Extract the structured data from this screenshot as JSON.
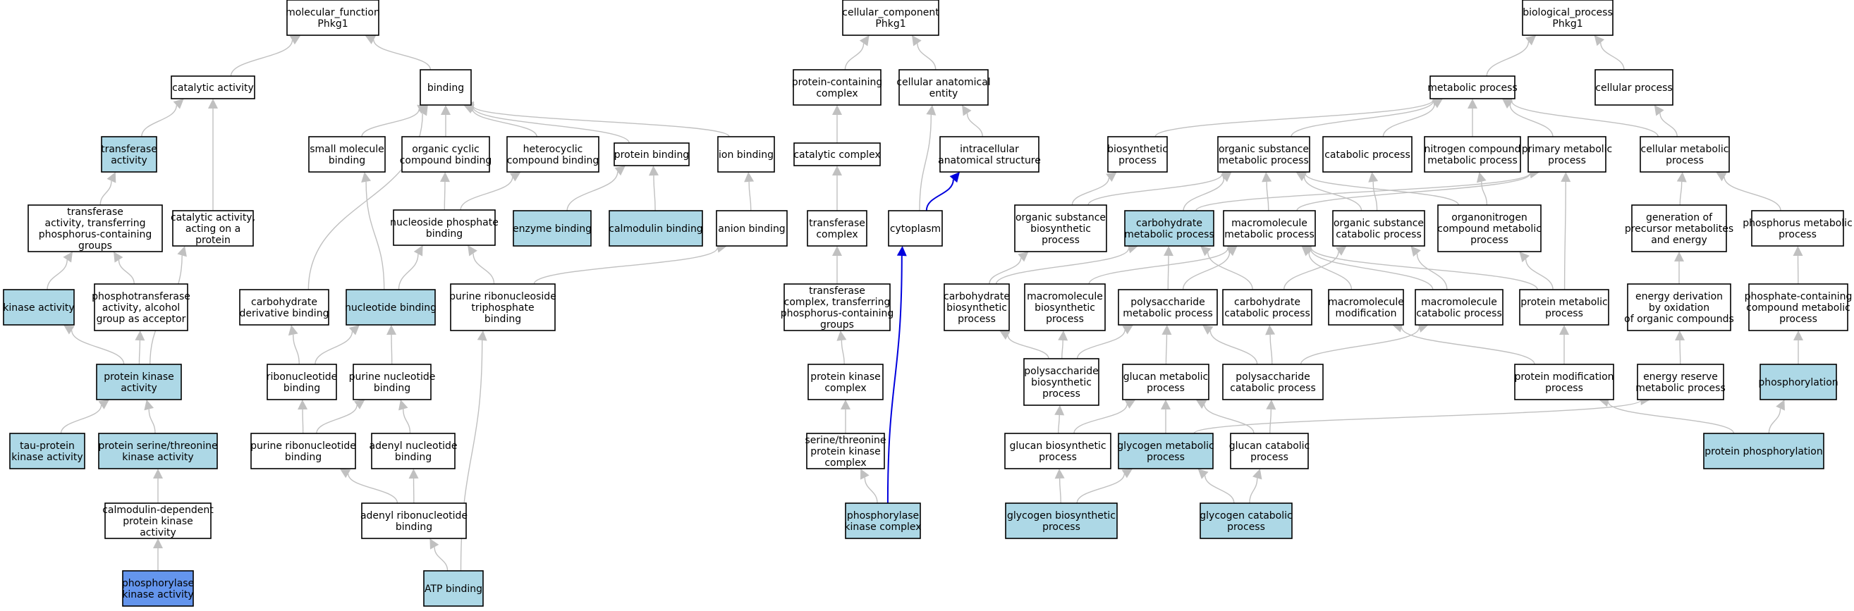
{
  "colors": {
    "default_fill": "#ffffff",
    "highlight_fill": "#add8e6",
    "query_fill": "#6495ed",
    "edge_gray": "#c0c0c0",
    "edge_blue": "#0000dd"
  },
  "nodes": [
    {
      "id": "mf",
      "lines": [
        "molecular_function",
        "Phkg1"
      ],
      "fill": "default"
    },
    {
      "id": "catact",
      "lines": [
        "catalytic activity"
      ],
      "fill": "default"
    },
    {
      "id": "binding",
      "lines": [
        "binding"
      ],
      "fill": "default"
    },
    {
      "id": "transferase",
      "lines": [
        "transferase",
        "activity"
      ],
      "fill": "highlight"
    },
    {
      "id": "tpcg",
      "lines": [
        "transferase",
        "activity, transferring",
        "phosphorus-containing",
        "groups"
      ],
      "fill": "default"
    },
    {
      "id": "catprot",
      "lines": [
        "catalytic activity,",
        "acting on a",
        "protein"
      ],
      "fill": "default"
    },
    {
      "id": "kinase",
      "lines": [
        "kinase activity"
      ],
      "fill": "highlight"
    },
    {
      "id": "phosphotrans",
      "lines": [
        "phosphotransferase",
        "activity, alcohol",
        "group as acceptor"
      ],
      "fill": "default"
    },
    {
      "id": "pka",
      "lines": [
        "protein kinase",
        "activity"
      ],
      "fill": "highlight"
    },
    {
      "id": "tau",
      "lines": [
        "tau-protein",
        "kinase activity"
      ],
      "fill": "highlight"
    },
    {
      "id": "psthr",
      "lines": [
        "protein serine/threonine",
        "kinase activity"
      ],
      "fill": "highlight"
    },
    {
      "id": "camdep",
      "lines": [
        "calmodulin-dependent",
        "protein kinase",
        "activity"
      ],
      "fill": "default"
    },
    {
      "id": "phkact",
      "lines": [
        "phosphorylase",
        "kinase activity"
      ],
      "fill": "query"
    },
    {
      "id": "smallmol",
      "lines": [
        "small molecule",
        "binding"
      ],
      "fill": "default"
    },
    {
      "id": "orgcyc",
      "lines": [
        "organic cyclic",
        "compound binding"
      ],
      "fill": "default"
    },
    {
      "id": "hetcyc",
      "lines": [
        "heterocyclic",
        "compound binding"
      ],
      "fill": "default"
    },
    {
      "id": "protbind",
      "lines": [
        "protein binding"
      ],
      "fill": "default"
    },
    {
      "id": "ionbind",
      "lines": [
        "ion binding"
      ],
      "fill": "default"
    },
    {
      "id": "nucphos",
      "lines": [
        "nucleoside phosphate",
        "binding"
      ],
      "fill": "default"
    },
    {
      "id": "enzbind",
      "lines": [
        "enzyme binding"
      ],
      "fill": "highlight"
    },
    {
      "id": "calbind",
      "lines": [
        "calmodulin binding"
      ],
      "fill": "highlight"
    },
    {
      "id": "anion",
      "lines": [
        "anion binding"
      ],
      "fill": "default"
    },
    {
      "id": "carbderiv",
      "lines": [
        "carbohydrate",
        "derivative binding"
      ],
      "fill": "default"
    },
    {
      "id": "nucbind",
      "lines": [
        "nucleotide binding"
      ],
      "fill": "highlight"
    },
    {
      "id": "prtp",
      "lines": [
        "purine ribonucleoside",
        "triphosphate",
        "binding"
      ],
      "fill": "default"
    },
    {
      "id": "ribonuc",
      "lines": [
        "ribonucleotide",
        "binding"
      ],
      "fill": "default"
    },
    {
      "id": "purnuc",
      "lines": [
        "purine nucleotide",
        "binding"
      ],
      "fill": "default"
    },
    {
      "id": "purribo",
      "lines": [
        "purine ribonucleotide",
        "binding"
      ],
      "fill": "default"
    },
    {
      "id": "adenyl",
      "lines": [
        "adenyl nucleotide",
        "binding"
      ],
      "fill": "default"
    },
    {
      "id": "adribo",
      "lines": [
        "adenyl ribonucleotide",
        "binding"
      ],
      "fill": "default"
    },
    {
      "id": "atp",
      "lines": [
        "ATP binding"
      ],
      "fill": "highlight"
    },
    {
      "id": "cc",
      "lines": [
        "cellular_component",
        "Phkg1"
      ],
      "fill": "default"
    },
    {
      "id": "protcomplex",
      "lines": [
        "protein-containing",
        "complex"
      ],
      "fill": "default"
    },
    {
      "id": "cellanat",
      "lines": [
        "cellular anatomical",
        "entity"
      ],
      "fill": "default"
    },
    {
      "id": "catcomplex",
      "lines": [
        "catalytic complex"
      ],
      "fill": "default"
    },
    {
      "id": "intracell",
      "lines": [
        "intracellular",
        "anatomical structure"
      ],
      "fill": "default"
    },
    {
      "id": "transcomplex",
      "lines": [
        "transferase",
        "complex"
      ],
      "fill": "default"
    },
    {
      "id": "cytoplasm",
      "lines": [
        "cytoplasm"
      ],
      "fill": "default"
    },
    {
      "id": "tcpcg",
      "lines": [
        "transferase",
        "complex, transferring",
        "phosphorus-containing",
        "groups"
      ],
      "fill": "default"
    },
    {
      "id": "pkcomplex",
      "lines": [
        "protein kinase",
        "complex"
      ],
      "fill": "default"
    },
    {
      "id": "stpkc",
      "lines": [
        "serine/threonine",
        "protein kinase",
        "complex"
      ],
      "fill": "default"
    },
    {
      "id": "phkcomplex",
      "lines": [
        "phosphorylase",
        "kinase complex"
      ],
      "fill": "highlight"
    },
    {
      "id": "bp",
      "lines": [
        "biological_process",
        "Phkg1"
      ],
      "fill": "default"
    },
    {
      "id": "metab",
      "lines": [
        "metabolic process"
      ],
      "fill": "default"
    },
    {
      "id": "cellproc",
      "lines": [
        "cellular process"
      ],
      "fill": "default"
    },
    {
      "id": "biosyn",
      "lines": [
        "biosynthetic",
        "process"
      ],
      "fill": "default"
    },
    {
      "id": "osmp",
      "lines": [
        "organic substance",
        "metabolic process"
      ],
      "fill": "default"
    },
    {
      "id": "catab",
      "lines": [
        "catabolic process"
      ],
      "fill": "default"
    },
    {
      "id": "ncmp",
      "lines": [
        "nitrogen compound",
        "metabolic process"
      ],
      "fill": "default"
    },
    {
      "id": "primmet",
      "lines": [
        "primary metabolic",
        "process"
      ],
      "fill": "default"
    },
    {
      "id": "cellmet",
      "lines": [
        "cellular metabolic",
        "process"
      ],
      "fill": "default"
    },
    {
      "id": "osbp",
      "lines": [
        "organic substance",
        "biosynthetic",
        "process"
      ],
      "fill": "default"
    },
    {
      "id": "carbmet",
      "lines": [
        "carbohydrate",
        "metabolic process"
      ],
      "fill": "highlight"
    },
    {
      "id": "macromet",
      "lines": [
        "macromolecule",
        "metabolic process"
      ],
      "fill": "default"
    },
    {
      "id": "oscp",
      "lines": [
        "organic substance",
        "catabolic process"
      ],
      "fill": "default"
    },
    {
      "id": "orgnit",
      "lines": [
        "organonitrogen",
        "compound metabolic",
        "process"
      ],
      "fill": "default"
    },
    {
      "id": "genprec",
      "lines": [
        "generation of",
        "precursor metabolites",
        "and energy"
      ],
      "fill": "default"
    },
    {
      "id": "phosmet",
      "lines": [
        "phosphorus metabolic",
        "process"
      ],
      "fill": "default"
    },
    {
      "id": "carbbio",
      "lines": [
        "carbohydrate",
        "biosynthetic",
        "process"
      ],
      "fill": "default"
    },
    {
      "id": "macrobio",
      "lines": [
        "macromolecule",
        "biosynthetic",
        "process"
      ],
      "fill": "default"
    },
    {
      "id": "polymet",
      "lines": [
        "polysaccharide",
        "metabolic process"
      ],
      "fill": "default"
    },
    {
      "id": "carbcat",
      "lines": [
        "carbohydrate",
        "catabolic process"
      ],
      "fill": "default"
    },
    {
      "id": "macromod",
      "lines": [
        "macromolecule",
        "modification"
      ],
      "fill": "default"
    },
    {
      "id": "macrocat",
      "lines": [
        "macromolecule",
        "catabolic process"
      ],
      "fill": "default"
    },
    {
      "id": "protmet",
      "lines": [
        "protein metabolic",
        "process"
      ],
      "fill": "default"
    },
    {
      "id": "energyder",
      "lines": [
        "energy derivation",
        "by oxidation",
        "of organic compounds"
      ],
      "fill": "default"
    },
    {
      "id": "phoscont",
      "lines": [
        "phosphate-containing",
        "compound metabolic",
        "process"
      ],
      "fill": "default"
    },
    {
      "id": "polybio",
      "lines": [
        "polysaccharide",
        "biosynthetic",
        "process"
      ],
      "fill": "default"
    },
    {
      "id": "glucanmet",
      "lines": [
        "glucan metabolic",
        "process"
      ],
      "fill": "default"
    },
    {
      "id": "polycat",
      "lines": [
        "polysaccharide",
        "catabolic process"
      ],
      "fill": "default"
    },
    {
      "id": "protmod",
      "lines": [
        "protein modification",
        "process"
      ],
      "fill": "default"
    },
    {
      "id": "energyres",
      "lines": [
        "energy reserve",
        "metabolic process"
      ],
      "fill": "default"
    },
    {
      "id": "phosph",
      "lines": [
        "phosphorylation"
      ],
      "fill": "highlight"
    },
    {
      "id": "glucanbio",
      "lines": [
        "glucan biosynthetic",
        "process"
      ],
      "fill": "default"
    },
    {
      "id": "glycmet",
      "lines": [
        "glycogen metabolic",
        "process"
      ],
      "fill": "highlight"
    },
    {
      "id": "glucancat",
      "lines": [
        "glucan catabolic",
        "process"
      ],
      "fill": "default"
    },
    {
      "id": "protphos",
      "lines": [
        "protein phosphorylation"
      ],
      "fill": "highlight"
    },
    {
      "id": "glycbio",
      "lines": [
        "glycogen biosynthetic",
        "process"
      ],
      "fill": "highlight"
    },
    {
      "id": "glyccat",
      "lines": [
        "glycogen catabolic",
        "process"
      ],
      "fill": "highlight"
    }
  ],
  "edges": [
    {
      "from": "catact",
      "to": "mf"
    },
    {
      "from": "binding",
      "to": "mf"
    },
    {
      "from": "transferase",
      "to": "catact"
    },
    {
      "from": "catprot",
      "to": "catact"
    },
    {
      "from": "tpcg",
      "to": "transferase"
    },
    {
      "from": "kinase",
      "to": "tpcg"
    },
    {
      "from": "phosphotrans",
      "to": "tpcg"
    },
    {
      "from": "pka",
      "to": "kinase"
    },
    {
      "from": "pka",
      "to": "phosphotrans"
    },
    {
      "from": "pka",
      "to": "catprot"
    },
    {
      "from": "tau",
      "to": "pka"
    },
    {
      "from": "psthr",
      "to": "pka"
    },
    {
      "from": "camdep",
      "to": "psthr"
    },
    {
      "from": "phkact",
      "to": "camdep"
    },
    {
      "from": "smallmol",
      "to": "binding"
    },
    {
      "from": "orgcyc",
      "to": "binding"
    },
    {
      "from": "hetcyc",
      "to": "binding"
    },
    {
      "from": "protbind",
      "to": "binding"
    },
    {
      "from": "ionbind",
      "to": "binding"
    },
    {
      "from": "carbderiv",
      "to": "binding"
    },
    {
      "from": "nucphos",
      "to": "orgcyc"
    },
    {
      "from": "nucphos",
      "to": "hetcyc"
    },
    {
      "from": "enzbind",
      "to": "protbind"
    },
    {
      "from": "calbind",
      "to": "protbind"
    },
    {
      "from": "anion",
      "to": "ionbind"
    },
    {
      "from": "nucbind",
      "to": "smallmol"
    },
    {
      "from": "nucbind",
      "to": "nucphos"
    },
    {
      "from": "prtp",
      "to": "nucphos"
    },
    {
      "from": "prtp",
      "to": "anion"
    },
    {
      "from": "ribonuc",
      "to": "carbderiv"
    },
    {
      "from": "ribonuc",
      "to": "nucbind"
    },
    {
      "from": "purnuc",
      "to": "nucbind"
    },
    {
      "from": "purribo",
      "to": "ribonuc"
    },
    {
      "from": "purribo",
      "to": "purnuc"
    },
    {
      "from": "adenyl",
      "to": "purnuc"
    },
    {
      "from": "adribo",
      "to": "purribo"
    },
    {
      "from": "adribo",
      "to": "adenyl"
    },
    {
      "from": "atp",
      "to": "adribo"
    },
    {
      "from": "atp",
      "to": "prtp"
    },
    {
      "from": "protcomplex",
      "to": "cc"
    },
    {
      "from": "cellanat",
      "to": "cc"
    },
    {
      "from": "catcomplex",
      "to": "protcomplex"
    },
    {
      "from": "intracell",
      "to": "cellanat"
    },
    {
      "from": "cytoplasm",
      "to": "cellanat"
    },
    {
      "from": "transcomplex",
      "to": "catcomplex"
    },
    {
      "from": "cytoplasm",
      "to": "intracell",
      "color": "blue"
    },
    {
      "from": "tcpcg",
      "to": "transcomplex"
    },
    {
      "from": "pkcomplex",
      "to": "tcpcg"
    },
    {
      "from": "stpkc",
      "to": "pkcomplex"
    },
    {
      "from": "phkcomplex",
      "to": "stpkc"
    },
    {
      "from": "phkcomplex",
      "to": "cytoplasm",
      "color": "blue"
    },
    {
      "from": "metab",
      "to": "bp"
    },
    {
      "from": "cellproc",
      "to": "bp"
    },
    {
      "from": "biosyn",
      "to": "metab"
    },
    {
      "from": "osmp",
      "to": "metab"
    },
    {
      "from": "catab",
      "to": "metab"
    },
    {
      "from": "ncmp",
      "to": "metab"
    },
    {
      "from": "primmet",
      "to": "metab"
    },
    {
      "from": "cellmet",
      "to": "metab"
    },
    {
      "from": "cellmet",
      "to": "cellproc"
    },
    {
      "from": "osbp",
      "to": "biosyn"
    },
    {
      "from": "osbp",
      "to": "osmp"
    },
    {
      "from": "carbmet",
      "to": "osmp"
    },
    {
      "from": "carbmet",
      "to": "primmet"
    },
    {
      "from": "macromet",
      "to": "osmp"
    },
    {
      "from": "macromet",
      "to": "primmet"
    },
    {
      "from": "oscp",
      "to": "osmp"
    },
    {
      "from": "oscp",
      "to": "catab"
    },
    {
      "from": "orgnit",
      "to": "osmp"
    },
    {
      "from": "orgnit",
      "to": "ncmp"
    },
    {
      "from": "genprec",
      "to": "cellmet"
    },
    {
      "from": "phosmet",
      "to": "cellmet"
    },
    {
      "from": "carbbio",
      "to": "osbp"
    },
    {
      "from": "carbbio",
      "to": "carbmet"
    },
    {
      "from": "macrobio",
      "to": "macromet"
    },
    {
      "from": "polymet",
      "to": "carbmet"
    },
    {
      "from": "polymet",
      "to": "macromet"
    },
    {
      "from": "carbcat",
      "to": "carbmet"
    },
    {
      "from": "carbcat",
      "to": "oscp"
    },
    {
      "from": "macromod",
      "to": "macromet"
    },
    {
      "from": "macrocat",
      "to": "macromet"
    },
    {
      "from": "macrocat",
      "to": "oscp"
    },
    {
      "from": "protmet",
      "to": "macromet"
    },
    {
      "from": "protmet",
      "to": "primmet"
    },
    {
      "from": "protmet",
      "to": "orgnit"
    },
    {
      "from": "energyder",
      "to": "genprec"
    },
    {
      "from": "phoscont",
      "to": "phosmet"
    },
    {
      "from": "polybio",
      "to": "carbbio"
    },
    {
      "from": "polybio",
      "to": "macrobio"
    },
    {
      "from": "polybio",
      "to": "polymet"
    },
    {
      "from": "glucanmet",
      "to": "polymet"
    },
    {
      "from": "polycat",
      "to": "polymet"
    },
    {
      "from": "polycat",
      "to": "carbcat"
    },
    {
      "from": "polycat",
      "to": "macrocat"
    },
    {
      "from": "protmod",
      "to": "macromod"
    },
    {
      "from": "protmod",
      "to": "protmet"
    },
    {
      "from": "energyres",
      "to": "energyder"
    },
    {
      "from": "phosph",
      "to": "phoscont"
    },
    {
      "from": "glucanbio",
      "to": "polybio"
    },
    {
      "from": "glucanbio",
      "to": "glucanmet"
    },
    {
      "from": "glycmet",
      "to": "glucanmet"
    },
    {
      "from": "glycmet",
      "to": "energyres"
    },
    {
      "from": "glucancat",
      "to": "glucanmet"
    },
    {
      "from": "glucancat",
      "to": "polycat"
    },
    {
      "from": "protphos",
      "to": "protmod"
    },
    {
      "from": "protphos",
      "to": "phosph"
    },
    {
      "from": "glycbio",
      "to": "glucanbio"
    },
    {
      "from": "glycbio",
      "to": "glycmet"
    },
    {
      "from": "glyccat",
      "to": "glycmet"
    },
    {
      "from": "glyccat",
      "to": "glucancat"
    }
  ]
}
